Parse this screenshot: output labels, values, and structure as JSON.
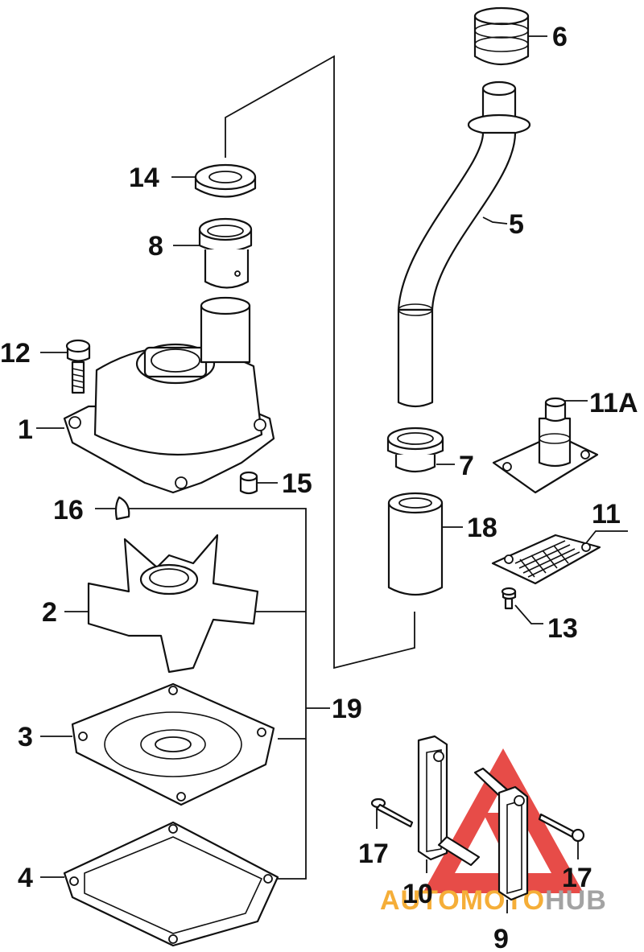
{
  "watermark": {
    "part1": "AUTO",
    "part2": "MOTO",
    "part3": "HUB",
    "colors": {
      "auto": "#f5a623",
      "moto": "#f5a623",
      "hub": "#9a9a9a",
      "triangle": "#e53935"
    }
  },
  "callouts": [
    {
      "id": "1",
      "label": "1"
    },
    {
      "id": "2",
      "label": "2"
    },
    {
      "id": "3",
      "label": "3"
    },
    {
      "id": "4",
      "label": "4"
    },
    {
      "id": "5",
      "label": "5"
    },
    {
      "id": "6",
      "label": "6"
    },
    {
      "id": "7",
      "label": "7"
    },
    {
      "id": "8",
      "label": "8"
    },
    {
      "id": "9",
      "label": "9"
    },
    {
      "id": "10",
      "label": "10"
    },
    {
      "id": "11",
      "label": "11"
    },
    {
      "id": "11A",
      "label": "11A"
    },
    {
      "id": "12",
      "label": "12"
    },
    {
      "id": "13",
      "label": "13"
    },
    {
      "id": "14",
      "label": "14"
    },
    {
      "id": "15",
      "label": "15"
    },
    {
      "id": "16",
      "label": "16"
    },
    {
      "id": "17a",
      "label": "17"
    },
    {
      "id": "17b",
      "label": "17"
    },
    {
      "id": "18",
      "label": "18"
    },
    {
      "id": "19",
      "label": "19"
    }
  ]
}
